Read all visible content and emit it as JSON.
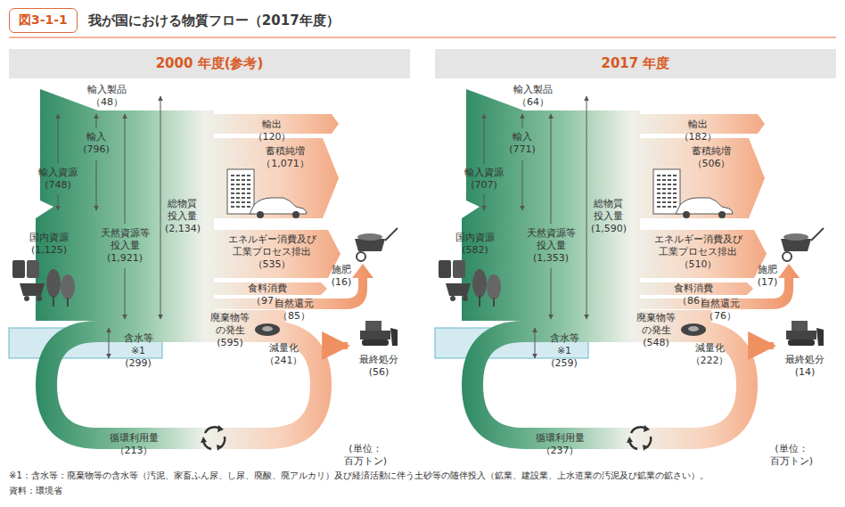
{
  "diagram": {
    "title": "我が国における物質フロー（2017年度）",
    "nodes": [
      {
        "text": [
          "図3-1-1"
        ]
      },
      {
        "text": [
          "2000 年度(参考)"
        ]
      },
      {
        "text": [
          "2017 年度"
        ]
      }
    ],
    "labels": [
      "輸入製品（48）",
      "輸出（120）",
      "輸入 (796)",
      "輸入資源 (748)",
      "天然資源等 投入量 (1,921)",
      "総物質 投入量 (2,134)",
      "蓄積純増（1,071）",
      "エネルギー消費及び 工業プロセス排出（535）",
      "国内資源 (1,125)",
      "食料消費（97）",
      "施肥 (16)",
      "自然還元（85）",
      "廃棄物等 の発生 (595)",
      "含水等※1 (299)",
      "減量化（241）",
      "最終処分 (56)",
      "循環利用量（213）",
      "(単位：百万トン)",
      "輸入製品（64）",
      "輸出（182）",
      "輸入 (771)",
      "輸入資源 (707)",
      "天然資源等 投入量 (1,353)",
      "総物質 投入量 (1,590)",
      "蓄積純増（506）",
      "エネルギー消費及び 工業プロセス排出（510）",
      "国内資源 (582)",
      "食料消費（86）",
      "施肥 (17)",
      "自然還元（76）",
      "廃棄物等 の発生 (548)",
      "含水等※1 (259)",
      "減量化（222）",
      "最終処分 (14)",
      "循環利用量（237）",
      "(単位：百万トン)",
      "※1：含水等：廃棄物等の含水等（汚泥、家畜ふん尿、し尿、廃酸、廃アルカリ）及び経済活動に伴う土砂等の随伴投入（鉱業、建設業、上水道業の汚泥及び鉱業の鉱さい）。",
      "資料：環境省"
    ]
  }
}
